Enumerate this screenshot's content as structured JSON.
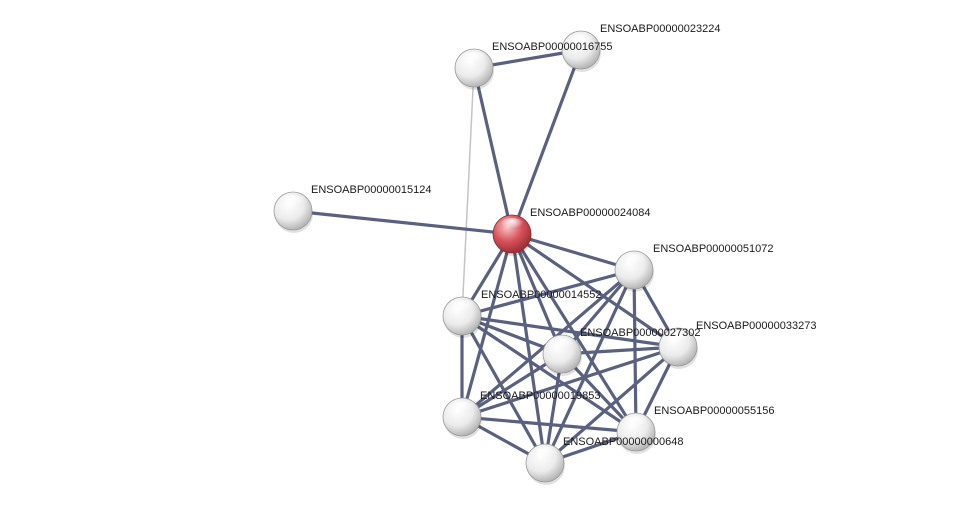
{
  "network": {
    "query_color": "#d9535b",
    "node_color": "#f0f0f0",
    "edge_color": "#5a6180",
    "weak_edge_color": "#c4c4c8",
    "nodes": [
      {
        "id": "ENSOABP00000024084",
        "label": "ENSOABP00000024084",
        "query": true
      },
      {
        "id": "ENSOABP00000016755",
        "label": "ENSOABP00000016755",
        "query": false
      },
      {
        "id": "ENSOABP00000023224",
        "label": "ENSOABP00000023224",
        "query": false
      },
      {
        "id": "ENSOABP00000015124",
        "label": "ENSOABP00000015124",
        "query": false
      },
      {
        "id": "ENSOABP00000051072",
        "label": "ENSOABP00000051072",
        "query": false
      },
      {
        "id": "ENSOABP00000014552",
        "label": "ENSOABP00000014552",
        "query": false
      },
      {
        "id": "ENSOABP00000027302",
        "label": "ENSOABP00000027302",
        "query": false
      },
      {
        "id": "ENSOABP00000033273",
        "label": "ENSOABP00000033273",
        "query": false
      },
      {
        "id": "ENSOABP00000019853",
        "label": "ENSOABP00000019853",
        "query": false
      },
      {
        "id": "ENSOABP00000055156",
        "label": "ENSOABP00000055156",
        "query": false
      },
      {
        "id": "ENSOABP00000000648",
        "label": "ENSOABP00000000648",
        "query": false
      }
    ],
    "edges": [
      [
        "ENSOABP00000016755",
        "ENSOABP00000023224",
        "strong"
      ],
      [
        "ENSOABP00000016755",
        "ENSOABP00000024084",
        "strong"
      ],
      [
        "ENSOABP00000023224",
        "ENSOABP00000024084",
        "strong"
      ],
      [
        "ENSOABP00000016755",
        "ENSOABP00000014552",
        "weak"
      ],
      [
        "ENSOABP00000015124",
        "ENSOABP00000024084",
        "strong"
      ],
      [
        "ENSOABP00000024084",
        "ENSOABP00000051072",
        "strong"
      ],
      [
        "ENSOABP00000024084",
        "ENSOABP00000014552",
        "strong"
      ],
      [
        "ENSOABP00000024084",
        "ENSOABP00000027302",
        "strong"
      ],
      [
        "ENSOABP00000024084",
        "ENSOABP00000033273",
        "strong"
      ],
      [
        "ENSOABP00000024084",
        "ENSOABP00000019853",
        "strong"
      ],
      [
        "ENSOABP00000024084",
        "ENSOABP00000055156",
        "strong"
      ],
      [
        "ENSOABP00000024084",
        "ENSOABP00000000648",
        "strong"
      ],
      [
        "ENSOABP00000051072",
        "ENSOABP00000014552",
        "strong"
      ],
      [
        "ENSOABP00000051072",
        "ENSOABP00000027302",
        "strong"
      ],
      [
        "ENSOABP00000051072",
        "ENSOABP00000033273",
        "strong"
      ],
      [
        "ENSOABP00000051072",
        "ENSOABP00000019853",
        "strong"
      ],
      [
        "ENSOABP00000051072",
        "ENSOABP00000055156",
        "strong"
      ],
      [
        "ENSOABP00000051072",
        "ENSOABP00000000648",
        "strong"
      ],
      [
        "ENSOABP00000014552",
        "ENSOABP00000027302",
        "strong"
      ],
      [
        "ENSOABP00000014552",
        "ENSOABP00000033273",
        "strong"
      ],
      [
        "ENSOABP00000014552",
        "ENSOABP00000019853",
        "strong"
      ],
      [
        "ENSOABP00000014552",
        "ENSOABP00000055156",
        "strong"
      ],
      [
        "ENSOABP00000014552",
        "ENSOABP00000000648",
        "strong"
      ],
      [
        "ENSOABP00000027302",
        "ENSOABP00000033273",
        "strong"
      ],
      [
        "ENSOABP00000027302",
        "ENSOABP00000019853",
        "strong"
      ],
      [
        "ENSOABP00000027302",
        "ENSOABP00000055156",
        "strong"
      ],
      [
        "ENSOABP00000027302",
        "ENSOABP00000000648",
        "strong"
      ],
      [
        "ENSOABP00000033273",
        "ENSOABP00000019853",
        "strong"
      ],
      [
        "ENSOABP00000033273",
        "ENSOABP00000055156",
        "strong"
      ],
      [
        "ENSOABP00000033273",
        "ENSOABP00000000648",
        "strong"
      ],
      [
        "ENSOABP00000019853",
        "ENSOABP00000055156",
        "strong"
      ],
      [
        "ENSOABP00000019853",
        "ENSOABP00000000648",
        "strong"
      ],
      [
        "ENSOABP00000055156",
        "ENSOABP00000000648",
        "strong"
      ]
    ]
  }
}
